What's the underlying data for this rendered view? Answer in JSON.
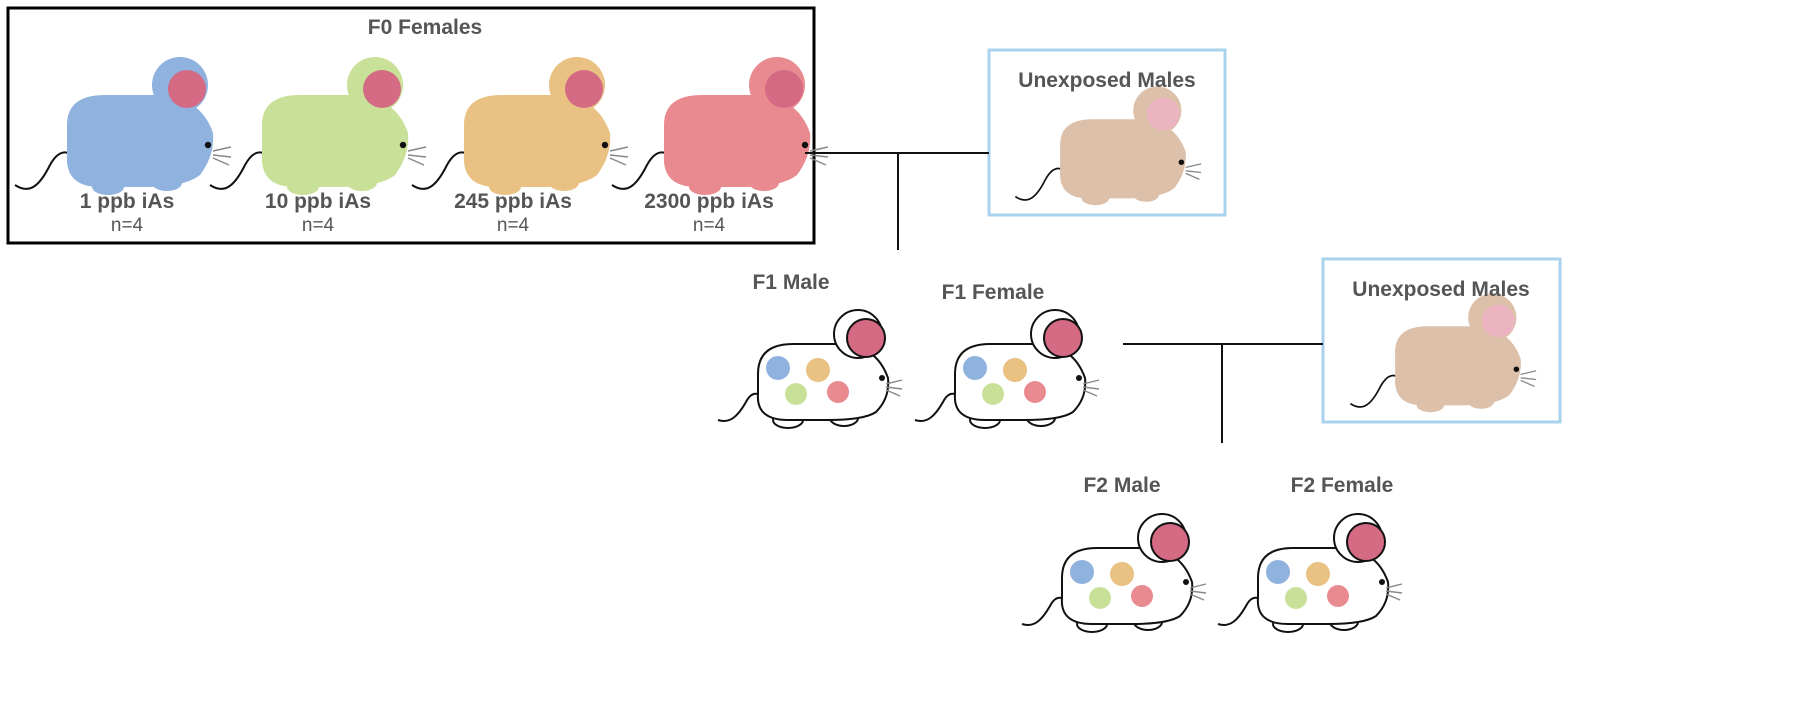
{
  "f0_box": {
    "title": "F0 Females"
  },
  "f0_groups": [
    {
      "label": "1 ppb iAs",
      "n": "n=4",
      "body_color": "#8fb2de",
      "ear_color": "#d46a84"
    },
    {
      "label": "10 ppb iAs",
      "n": "n=4",
      "body_color": "#c9e098",
      "ear_color": "#d46a84"
    },
    {
      "label": "245 ppb iAs",
      "n": "n=4",
      "body_color": "#e8c183",
      "ear_color": "#d46a84"
    },
    {
      "label": "2300 ppb iAs",
      "n": "n=4",
      "body_color": "#e98a90",
      "ear_color": "#d46a84"
    }
  ],
  "unexposed_males_1": {
    "label": "Unexposed Males",
    "body_color": "#dcc0aa",
    "ear_color": "#ebb4c0"
  },
  "unexposed_males_2": {
    "label": "Unexposed Males",
    "body_color": "#dcc0aa",
    "ear_color": "#ebb4c0"
  },
  "f1": {
    "male_label": "F1 Male",
    "female_label": "F1 Female"
  },
  "f2": {
    "male_label": "F2 Male",
    "female_label": "F2 Female"
  },
  "offspring_spot_colors": [
    "#8fb2de",
    "#e8c183",
    "#c9e098",
    "#e98a90"
  ],
  "offspring_ear_color": "#d46a84",
  "box_border_f0": "#000000",
  "box_border_unexposed": "#a9d2ec"
}
